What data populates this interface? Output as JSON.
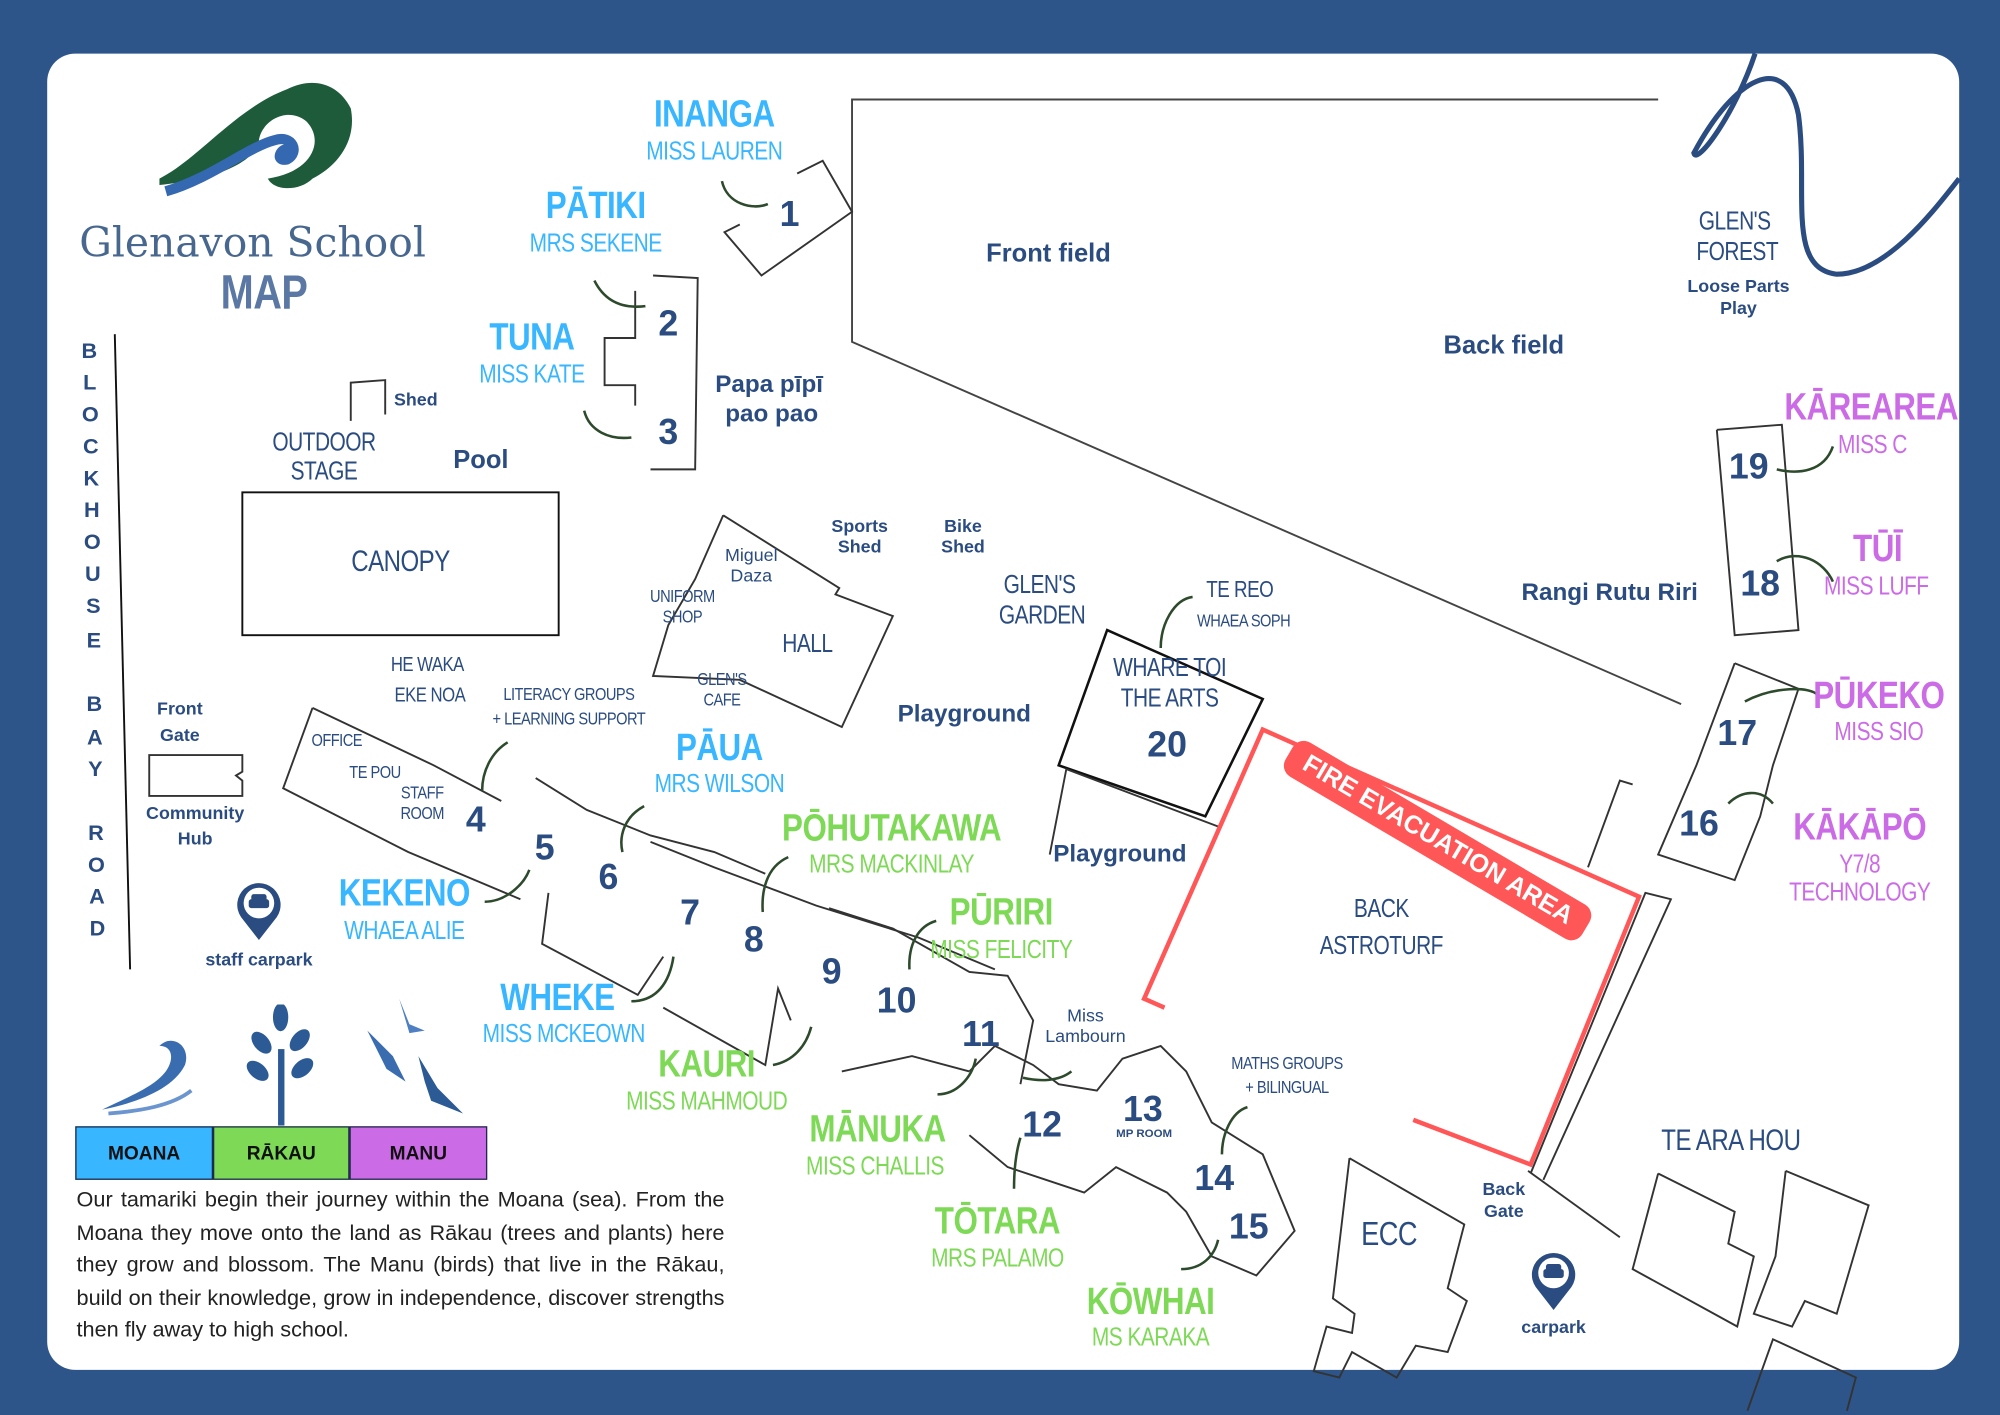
{
  "header": {
    "school": "Glenavon School",
    "subtitle": "MAP"
  },
  "colors": {
    "background": "#2E5589",
    "navy": "#2B4C80",
    "moana": "#38B6FF",
    "rakau": "#7ED957",
    "manu": "#CB6CE6",
    "fire": "#FF5757"
  },
  "road": {
    "name": "BLOCKHOUSE BAY ROAD",
    "letters": [
      "B",
      "L",
      "O",
      "C",
      "K",
      "H",
      "O",
      "U",
      "S",
      "E",
      "B",
      "A",
      "Y",
      "R",
      "O",
      "A",
      "D"
    ]
  },
  "classes": {
    "inanga": {
      "name": "INANGA",
      "teacher": "MISS LAUREN",
      "room": "1"
    },
    "patiki": {
      "name": "PĀTIKI",
      "teacher": "MRS SEKENE",
      "room": "2"
    },
    "tuna": {
      "name": "TUNA",
      "teacher": "MISS KATE",
      "room": "3"
    },
    "kekeno": {
      "name": "KEKENO",
      "teacher": "WHAEA ALIE",
      "room": "5"
    },
    "paua": {
      "name": "PĀUA",
      "teacher": "MRS WILSON",
      "room": "6"
    },
    "wheke": {
      "name": "WHEKE",
      "teacher": "MISS MCKEOWN",
      "room": "7"
    },
    "pohutakawa": {
      "name": "PŌHUTAKAWA",
      "teacher": "MRS MACKINLAY",
      "room": "8"
    },
    "kauri": {
      "name": "KAURI",
      "teacher": "MISS MAHMOUD",
      "room": "9"
    },
    "puriri": {
      "name": "PŪRIRI",
      "teacher": "MISS FELICITY",
      "room": "10"
    },
    "manuka": {
      "name": "MĀNUKA",
      "teacher": "MISS CHALLIS",
      "room": "11"
    },
    "totara": {
      "name": "TŌTARA",
      "teacher": "MRS PALAMO",
      "room": "12"
    },
    "kowhai": {
      "name": "KŌWHAI",
      "teacher": "MS KARAKA",
      "room": "15"
    },
    "karearea": {
      "name": "KĀREAREA",
      "teacher": "MISS C",
      "room": "19"
    },
    "tui": {
      "name": "TŪĪ",
      "teacher": "MISS LUFF",
      "room": "18"
    },
    "pukeko": {
      "name": "PŪKEKO",
      "teacher": "MISS SIO",
      "room": "17"
    },
    "kakapo": {
      "name": "KĀKĀPŌ",
      "teacher": "Y7/8",
      "teacher2": "TECHNOLOGY",
      "room": "16"
    }
  },
  "rooms": {
    "r4": "4",
    "r13": "13",
    "r13_label": "MP ROOM",
    "r14": "14",
    "r20": "20"
  },
  "places": {
    "papa1": "Papa pīpī",
    "papa2": "pao pao",
    "shed": "Shed",
    "stage1": "OUTDOOR",
    "stage2": "STAGE",
    "pool": "Pool",
    "canopy": "CANOPY",
    "front_field": "Front field",
    "back_field": "Back field",
    "forest1": "GLEN'S",
    "forest2": "FOREST",
    "loose1": "Loose Parts",
    "loose2": "Play",
    "rangi": "Rangi Rutu Riri",
    "sports1": "Sports",
    "sports2": "Shed",
    "bike1": "Bike",
    "bike2": "Shed",
    "miguel1": "Miguel",
    "miguel2": "Daza",
    "uniform1": "UNIFORM",
    "uniform2": "SHOP",
    "hall": "HALL",
    "cafe1": "GLEN'S",
    "cafe2": "CAFE",
    "garden1": "GLEN'S",
    "garden2": "GARDEN",
    "tereo1": "TE REO",
    "tereo2": "WHAEA SOPH",
    "whare1": "WHARE TOI",
    "whare2": "THE ARTS",
    "playground1": "Playground",
    "playground2": "Playground",
    "fire": "FIRE EVACUATION AREA",
    "astro1": "BACK",
    "astro2": "ASTROTURF",
    "hewaka1": "HE WAKA",
    "hewaka2": "EKE NOA",
    "literacy1": "LITERACY GROUPS",
    "literacy2": "+ LEARNING SUPPORT",
    "office": "OFFICE",
    "tepou": "TE POU",
    "staff1": "STAFF",
    "staff2": "ROOM",
    "lambourn1": "Miss",
    "lambourn2": "Lambourn",
    "maths1": "MATHS GROUPS",
    "maths2": "+ BILINGUAL",
    "ecc": "ECC",
    "backgate1": "Back",
    "backgate2": "Gate",
    "carpark": "carpark",
    "tearahou": "TE ARA HOU",
    "frontgate1": "Front",
    "frontgate2": "Gate",
    "hub1": "Community",
    "hub2": "Hub",
    "staffcarpark": "staff carpark"
  },
  "legend": {
    "items": [
      "MOANA",
      "RĀKAU",
      "MANU"
    ],
    "text": "Our tamariki begin their journey within the Moana (sea). From the Moana they move onto the land as Rākau (trees and plants) here they grow and blossom. The Manu (birds) that live in the Rākau, build on their knowledge, grow in independence, discover strengths then fly away to high school."
  }
}
